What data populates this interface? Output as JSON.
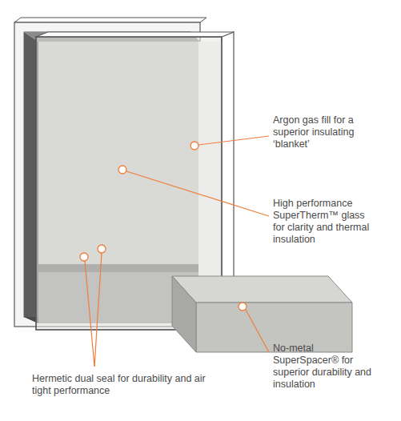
{
  "diagram": {
    "labels": [
      "Argon gas fill for a superior insulating ‘blanket’",
      "High performance SuperTherm™ glass for clarity and thermal insulation",
      "No-metal SuperSpacer® for superior durability and insulation",
      "Hermetic dual seal for durability and air tight performance"
    ]
  }
}
